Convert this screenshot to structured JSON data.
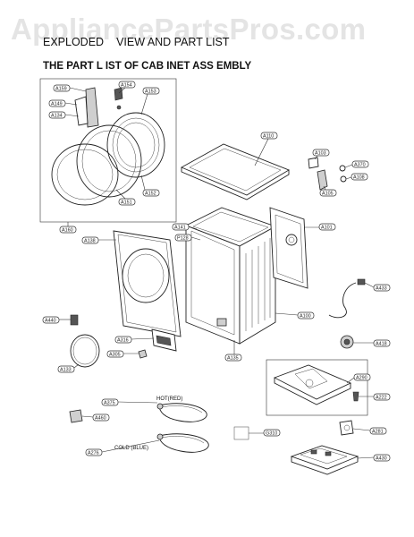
{
  "watermark": "AppliancePartsPros.com",
  "heading": {
    "line1_a": "EXPLODED",
    "line1_b": "VIEW AND PART LIST",
    "line2": "THE PART L  IST OF  CAB INET ASS  EMBLY"
  },
  "hose_labels": {
    "hot": "HOT(RED)",
    "cold": "COLD (BLUE)"
  },
  "parts": {
    "A159": "A159",
    "A154": "A154",
    "A153": "A153",
    "A149": "A149",
    "A134": "A134",
    "A152": "A152",
    "A151": "A151",
    "A160": "A160",
    "A110": "A110",
    "A103": "A103",
    "A370": "A370",
    "A105": "A105",
    "A108": "A108",
    "A141": "A141",
    "P128": "P128",
    "A101": "A101",
    "A138": "A138",
    "A433": "A433",
    "A440": "A440",
    "A100": "A100",
    "A418": "A418",
    "A316": "A316",
    "A305": "A305",
    "A135": "A135",
    "A133": "A133",
    "A290": "A290",
    "A222": "A222",
    "A375": "A375",
    "A460": "A460",
    "A281": "A281",
    "G310": "G310",
    "A276": "A276",
    "A430": "A430"
  }
}
